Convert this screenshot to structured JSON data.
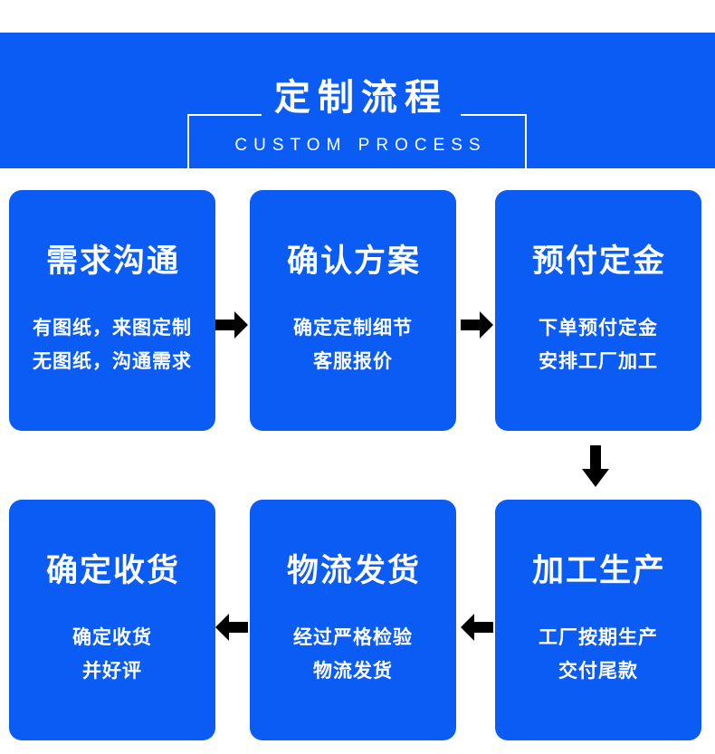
{
  "colors": {
    "brand_blue": "#0a5cf5",
    "card_blue": "#0a5cf5",
    "text_white": "#ffffff",
    "arrow_black": "#000000",
    "page_background": "#ffffff"
  },
  "header": {
    "title": "定制流程",
    "subtitle": "CUSTOM PROCESS"
  },
  "flow": {
    "steps": [
      {
        "id": "step-1",
        "title": "需求沟通",
        "lines": [
          "有图纸，来图定制",
          "无图纸，沟通需求"
        ]
      },
      {
        "id": "step-2",
        "title": "确认方案",
        "lines": [
          "确定定制细节",
          "客服报价"
        ]
      },
      {
        "id": "step-3",
        "title": "预付定金",
        "lines": [
          "下单预付定金",
          "安排工厂加工"
        ]
      },
      {
        "id": "step-4",
        "title": "加工生产",
        "lines": [
          "工厂按期生产",
          "交付尾款"
        ]
      },
      {
        "id": "step-5",
        "title": "物流发货",
        "lines": [
          "经过严格检验",
          "物流发货"
        ]
      },
      {
        "id": "step-6",
        "title": "确定收货",
        "lines": [
          "确定收货",
          "并好评"
        ]
      }
    ],
    "connectors": [
      {
        "id": "connector-1",
        "icon": "arrow-right-icon",
        "direction": "right",
        "from": "step-1",
        "to": "step-2"
      },
      {
        "id": "connector-2",
        "icon": "arrow-right-icon",
        "direction": "right",
        "from": "step-2",
        "to": "step-3"
      },
      {
        "id": "connector-3",
        "icon": "arrow-down-icon",
        "direction": "down",
        "from": "step-3",
        "to": "step-4"
      },
      {
        "id": "connector-4",
        "icon": "arrow-left-icon",
        "direction": "left",
        "from": "step-4",
        "to": "step-5"
      },
      {
        "id": "connector-5",
        "icon": "arrow-left-icon",
        "direction": "left",
        "from": "step-5",
        "to": "step-6"
      }
    ]
  }
}
